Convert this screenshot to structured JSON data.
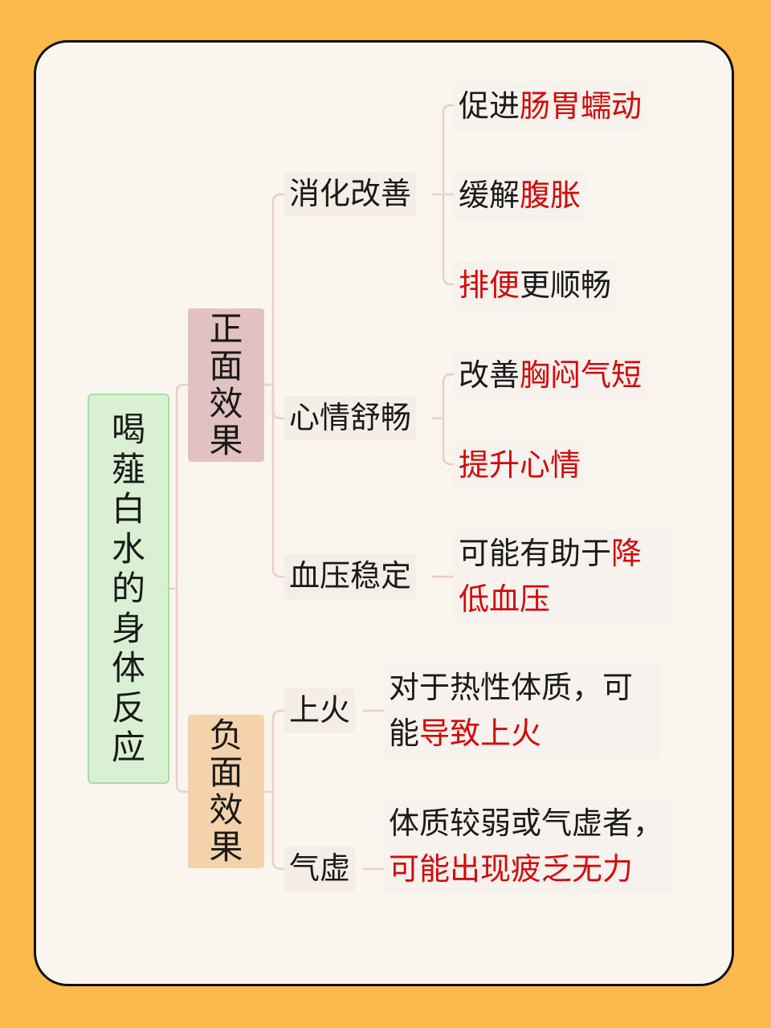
{
  "root": {
    "label": "喝薤白水的身体反应"
  },
  "positive": {
    "label": "正面效果",
    "children": [
      {
        "label": "消化改善",
        "leaves": [
          {
            "normal": "促进",
            "highlight": "肠胃蠕动"
          },
          {
            "normal": "缓解",
            "highlight": "腹胀"
          },
          {
            "highlight": "排便",
            "normal": "更顺畅"
          }
        ]
      },
      {
        "label": "心情舒畅",
        "leaves": [
          {
            "normal": "改善",
            "highlight": "胸闷气短"
          },
          {
            "highlight": "提升心情"
          }
        ]
      },
      {
        "label": "血压稳定",
        "leaves": [
          {
            "normal": "可能有助于",
            "highlight": "降低血压"
          }
        ]
      }
    ]
  },
  "negative": {
    "label": "负面效果",
    "children": [
      {
        "label": "上火",
        "leaves": [
          {
            "normal": "对于热性体质，可能",
            "highlight": "导致上火"
          }
        ]
      },
      {
        "label": "气虚",
        "leaves": [
          {
            "normal": "体质较弱或气虚者，",
            "highlight": "可能出现疲乏无力"
          }
        ]
      }
    ]
  },
  "colors": {
    "background": "#FDBA4C",
    "card": "#FAF5EF",
    "root": "#D9F0D3",
    "positive": "#E2C1C1",
    "negative": "#F4D2AC",
    "highlight": "#D20A0A",
    "connector": "#EBCFC6"
  }
}
